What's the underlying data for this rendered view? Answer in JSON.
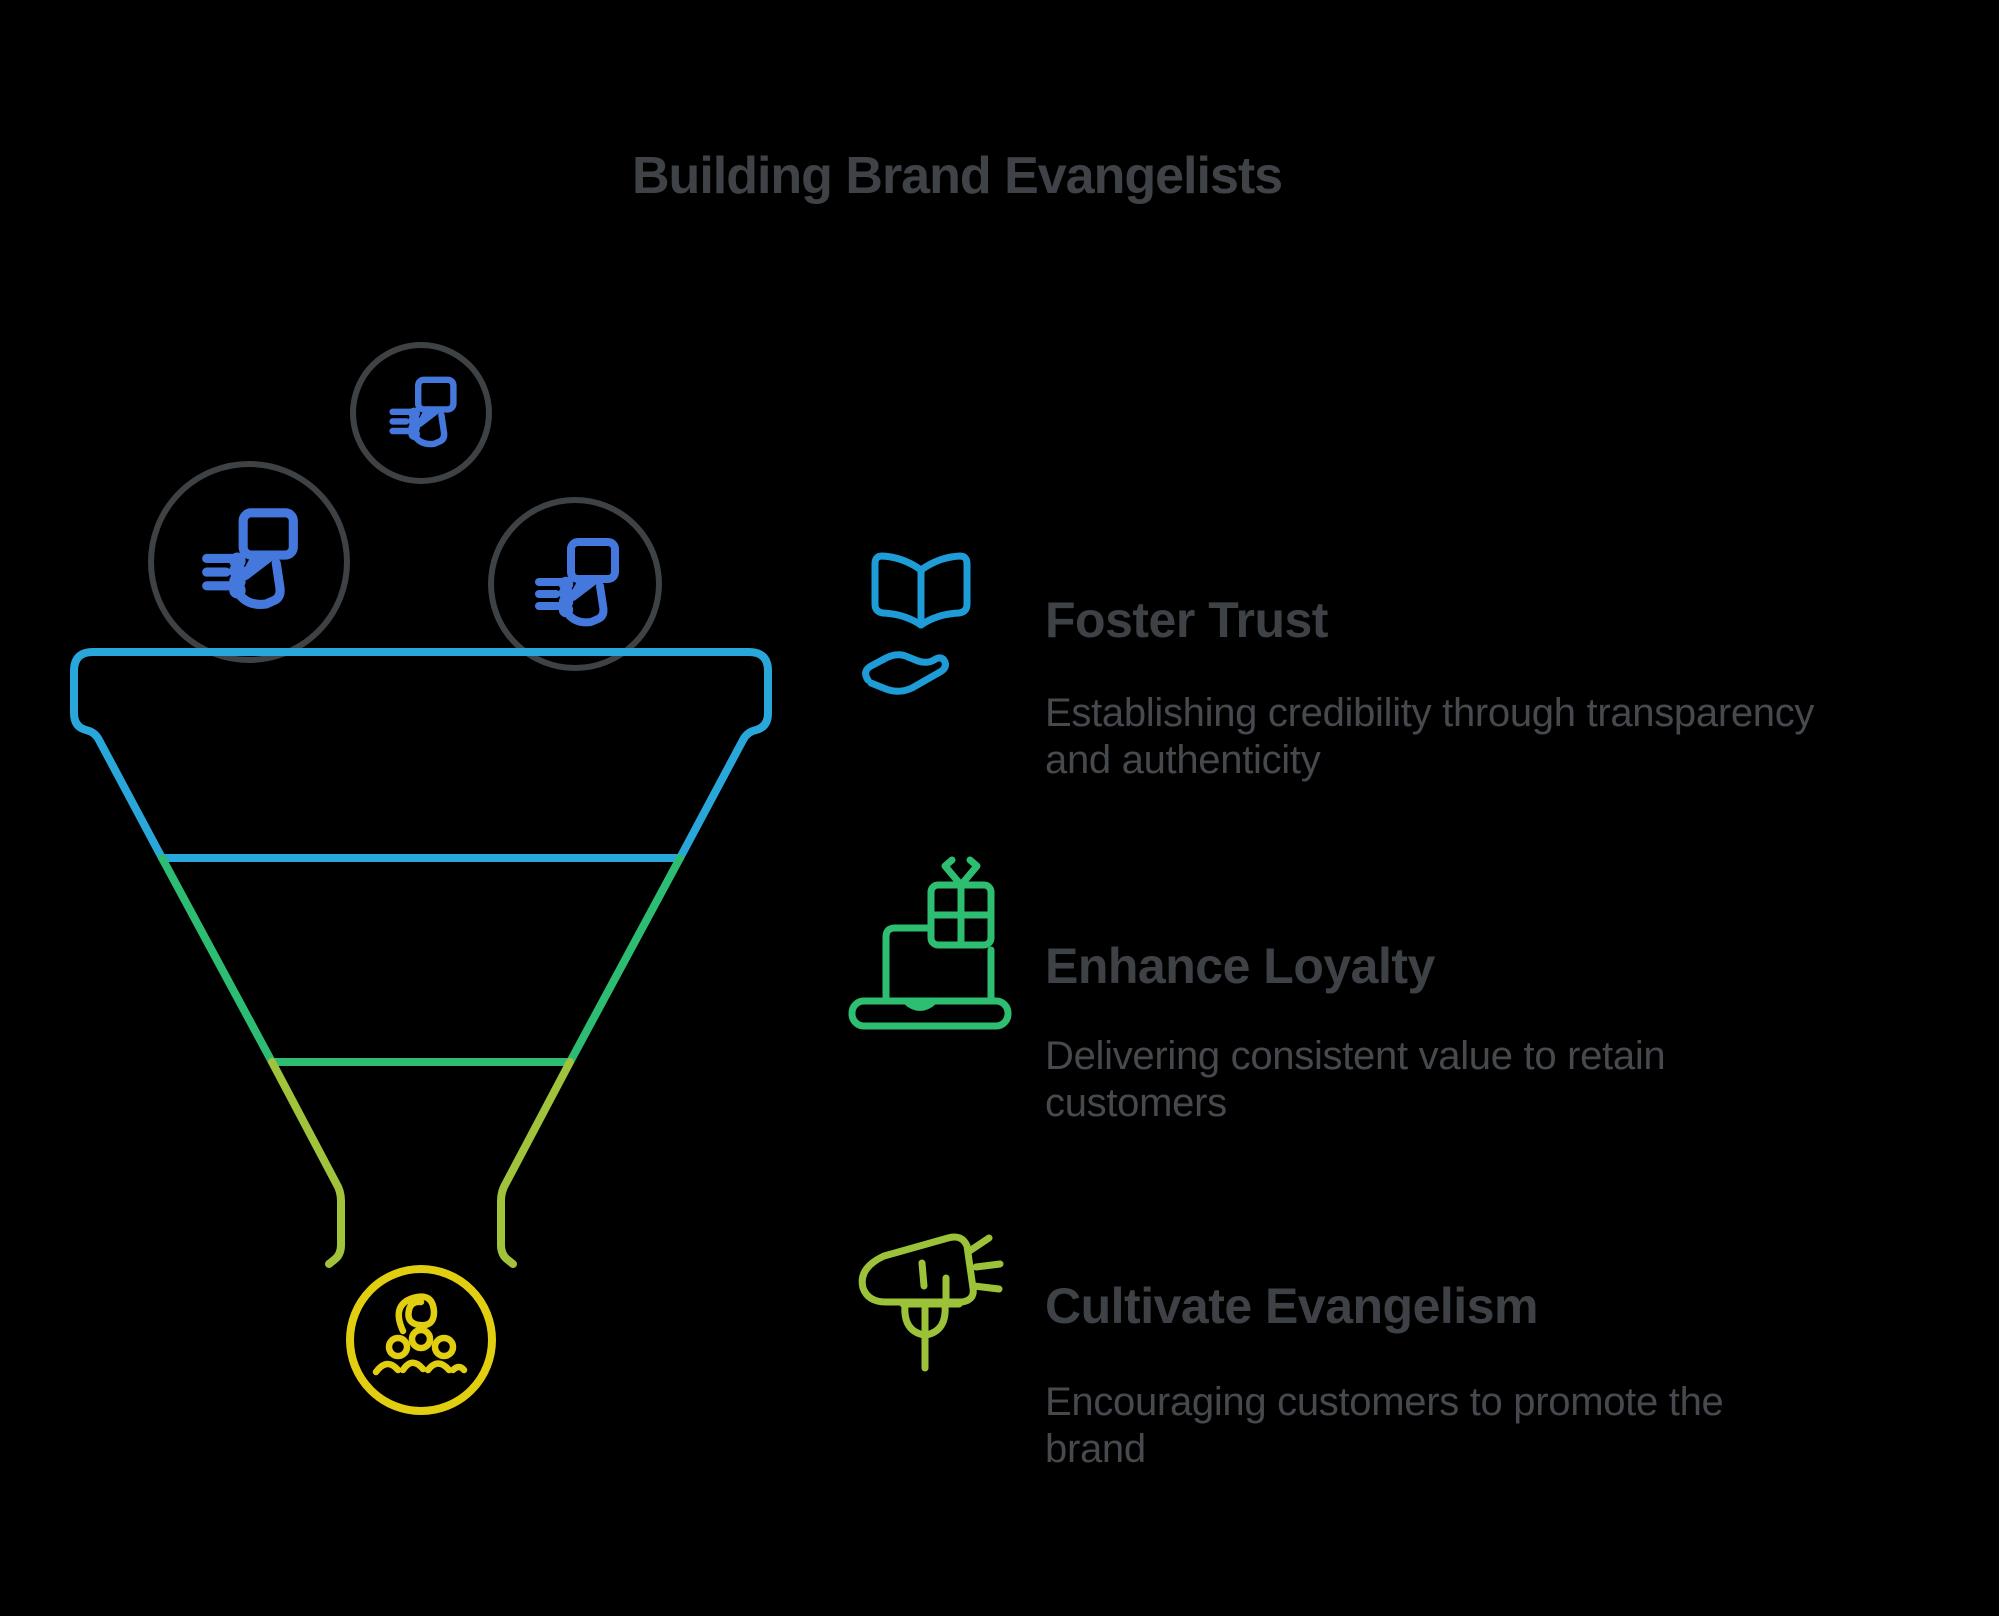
{
  "title": "Building Brand Evangelists",
  "colors": {
    "background": "#000000",
    "title_text": "#3F4347",
    "heading_text": "#3E4247",
    "body_text": "#46494D",
    "funnel_blue": "#29A7DB",
    "funnel_green": "#2DBD72",
    "funnel_lime": "#A1C23B",
    "funnel_yellow": "#E2CE11",
    "bubble_circle_gray": "#3F4245",
    "bubble_icon_blue": "#4478DD",
    "trust_icon_blue": "#1E9CD7",
    "loyalty_icon_green": "#2EBE71",
    "evangelism_icon_lime": "#9CC23A"
  },
  "funnel": {
    "input_icons": [
      {
        "icon": "hand-speech-bubble-icon"
      },
      {
        "icon": "hand-speech-bubble-icon"
      },
      {
        "icon": "hand-speech-bubble-icon"
      }
    ],
    "output_icon": "community-swirl-icon",
    "stage_colors": [
      "#29A7DB",
      "#2DBD72",
      "#A1C23B"
    ]
  },
  "sections": [
    {
      "icon": "open-book-hand-icon",
      "icon_color": "#1E9CD7",
      "title": "Foster Trust",
      "description_lines": [
        "Establishing credibility through transparency",
        "and authenticity"
      ]
    },
    {
      "icon": "laptop-gift-icon",
      "icon_color": "#2EBE71",
      "title": "Enhance Loyalty",
      "description_lines": [
        "Delivering consistent value to retain",
        "customers"
      ]
    },
    {
      "icon": "megaphone-sprout-icon",
      "icon_color": "#9CC23A",
      "title": "Cultivate Evangelism",
      "description_lines": [
        "Encouraging customers to promote the",
        "brand"
      ]
    }
  ]
}
